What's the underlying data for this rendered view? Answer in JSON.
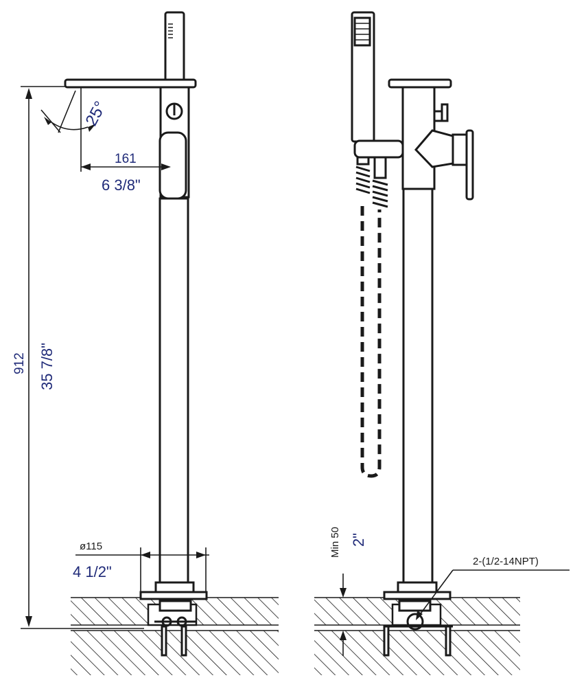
{
  "colors": {
    "line": "#1a1a1a",
    "dimension_text": "#1f2a78",
    "background": "#ffffff"
  },
  "front_view": {
    "spout_angle": "25°",
    "spout_reach_mm": "161",
    "spout_reach_in": "6 3/8\"",
    "height_mm": "912",
    "height_in": "35 7/8\"",
    "base_diameter_mm": "ø115",
    "base_diameter_in": "4 1/2\""
  },
  "side_view": {
    "floor_depth_mm": "Min 50",
    "floor_depth_in": "2\"",
    "inlet_callout": "2-(1/2-14NPT)"
  }
}
